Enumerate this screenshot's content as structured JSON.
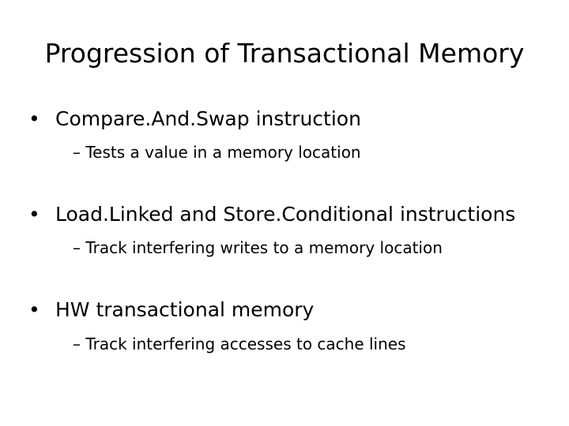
{
  "slide": {
    "title": "Progression of Transactional Memory",
    "bullet_glyph": "•",
    "bullets": [
      {
        "text": "Compare.And.Swap instruction",
        "sub": "– Tests a value in a memory location"
      },
      {
        "text": "Load.Linked and Store.Conditional instructions",
        "sub": "–  Track interfering writes to a memory location"
      },
      {
        "text": "HW transactional memory",
        "sub": "– Track interfering accesses to cache lines"
      }
    ]
  }
}
